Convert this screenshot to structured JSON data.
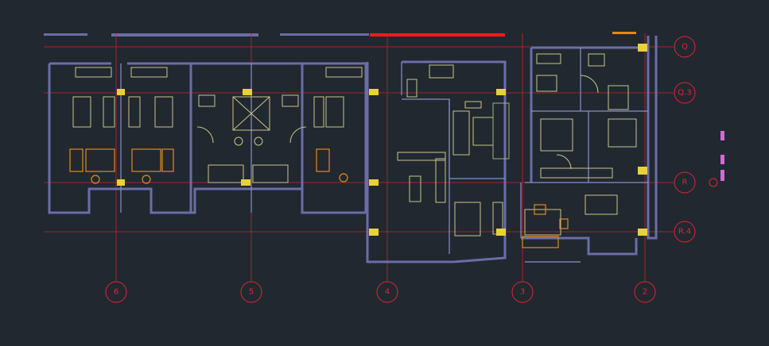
{
  "drawing": {
    "colors": {
      "background": "#212830",
      "grid_line": "#d0202a",
      "wall": "#6a6ea6",
      "fixture": "#c9c58a",
      "furniture": "#e08a1e",
      "column": "#e7d23a",
      "highlight": "#ff1a1a"
    },
    "grid_rows": [
      {
        "label": "Q"
      },
      {
        "label": "Q.3"
      },
      {
        "label": "R"
      },
      {
        "label": "R.4"
      }
    ],
    "grid_columns": [
      {
        "label": "6"
      },
      {
        "label": "5"
      },
      {
        "label": "4"
      },
      {
        "label": "3"
      },
      {
        "label": "2"
      }
    ]
  }
}
